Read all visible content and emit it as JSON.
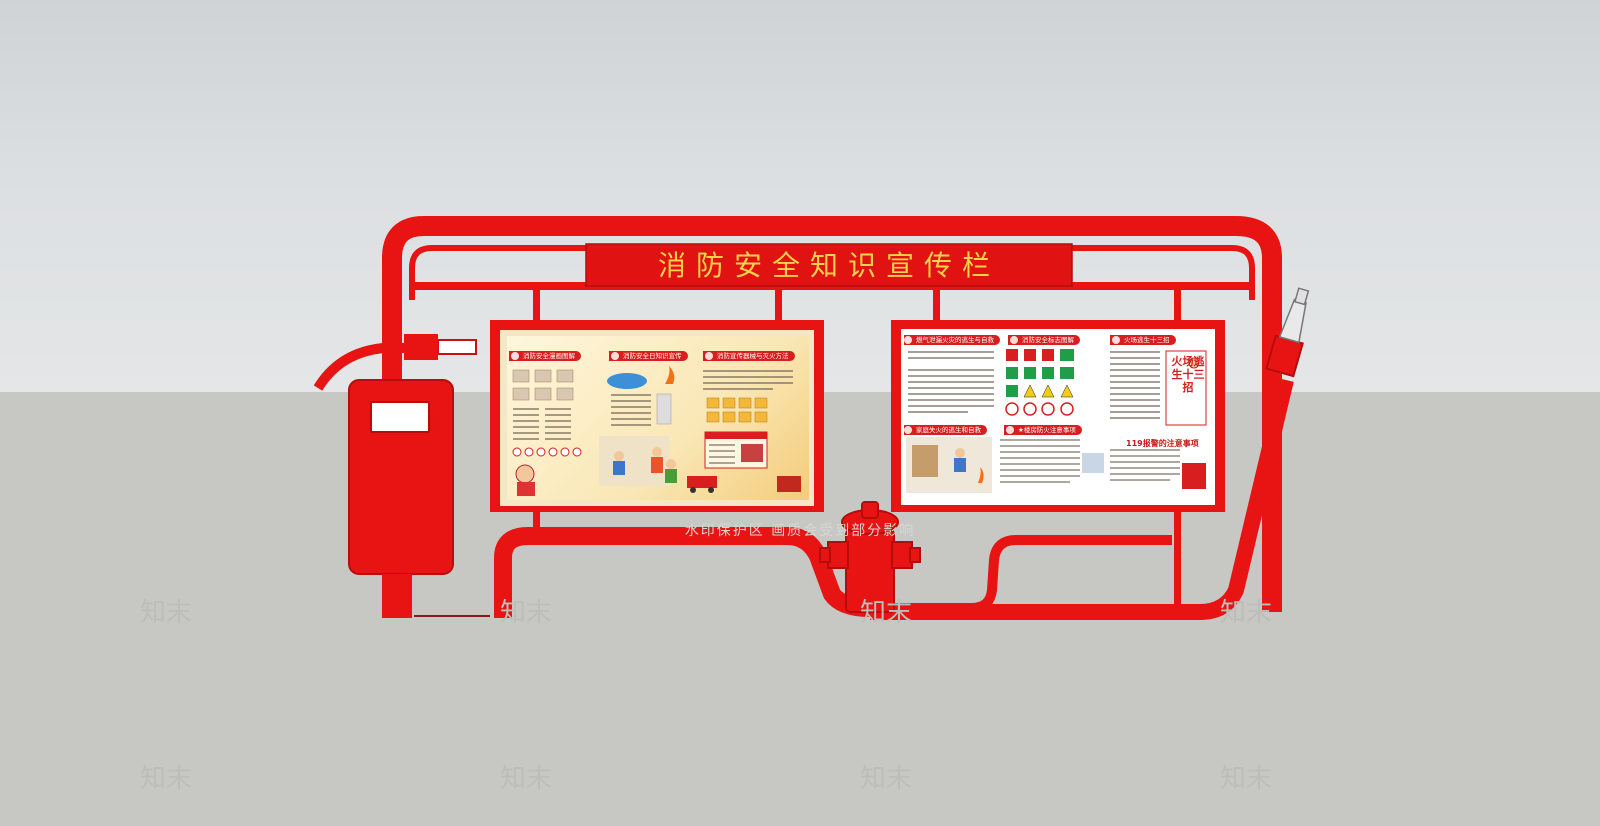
{
  "board": {
    "title": "消防安全知识宣传栏",
    "colors": {
      "frame": "#e81414",
      "title_text": "#ffd24a",
      "sky": "#dcdfe1",
      "ground": "#c7c7c4"
    }
  },
  "left_panel": {
    "headings": [
      "消防安全漫画图解",
      "消防安全日知识宣传",
      "消防宣传器械与灭火方法"
    ]
  },
  "right_panel": {
    "headings": [
      "燃气泄漏火灾的逃生与自救",
      "消防安全标志图解",
      "火场逃生十三招",
      "家庭失火的逃生和自救",
      "★楼房防火注意事项"
    ],
    "vertical_title": "火场逃生十三招",
    "alarm_note": "119报警的注意事项"
  },
  "watermark": {
    "strip_text": "水印保护区 画质会受到部分影响",
    "brand": "知末"
  }
}
